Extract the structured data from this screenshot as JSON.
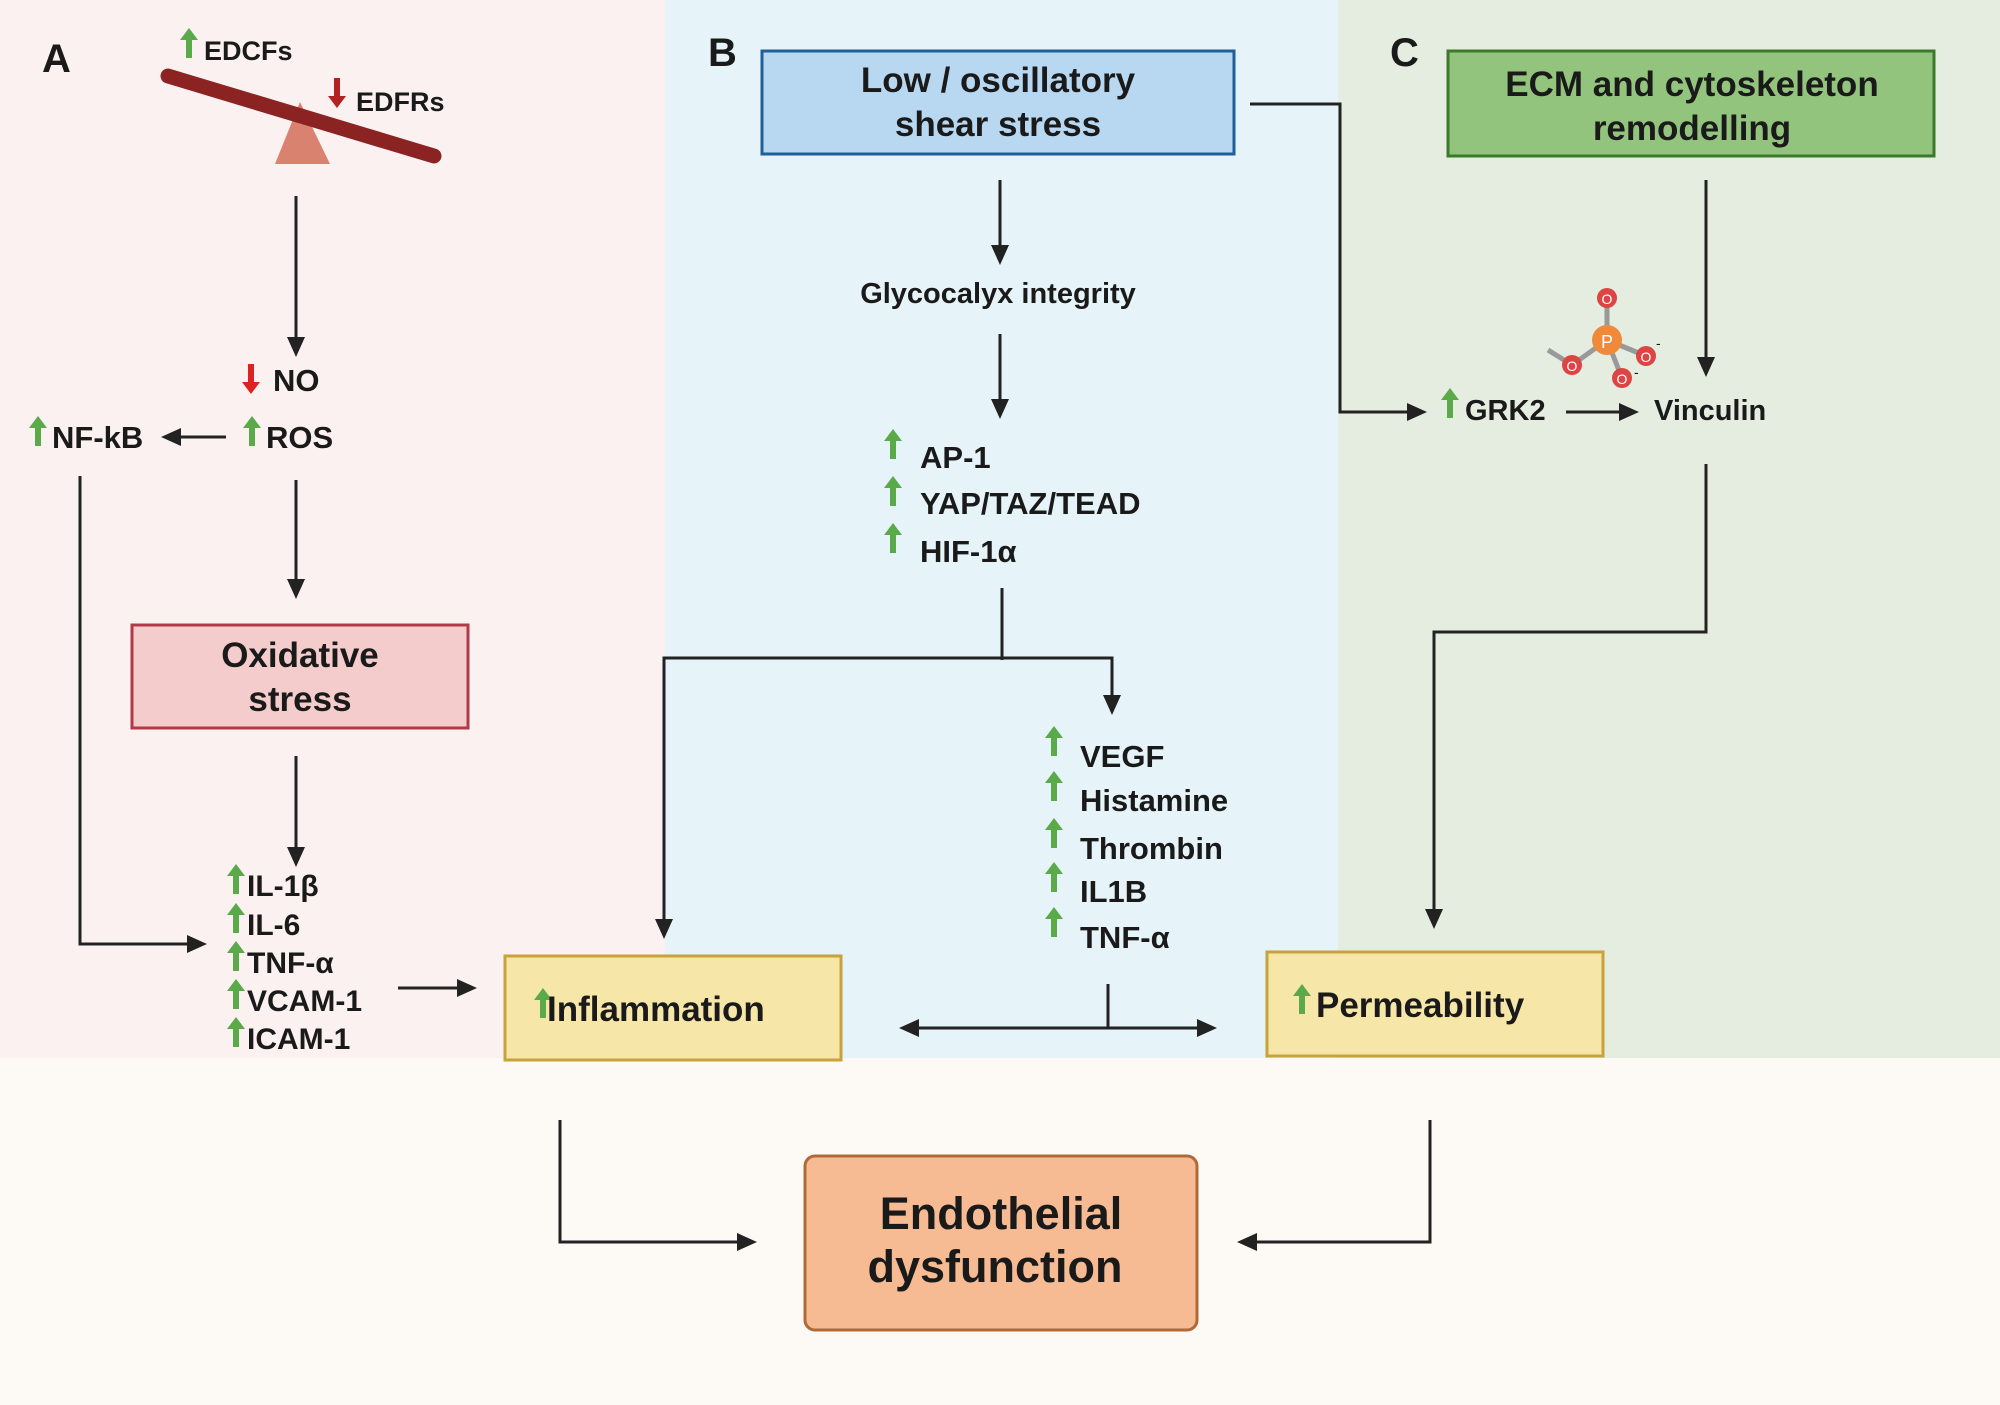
{
  "panels": {
    "a": {
      "letter": "A",
      "edcfs": "EDCFs",
      "edfrs": "EDFRs",
      "no": "NO",
      "ros": "ROS",
      "nfkb": "NF-kB",
      "oxidative_stress": [
        "Oxidative",
        "stress"
      ],
      "cytokines": [
        "IL-1β",
        "IL-6",
        "TNF-α",
        "VCAM-1",
        "ICAM-1"
      ]
    },
    "b": {
      "letter": "B",
      "shear_stress": [
        "Low / oscillatory",
        "shear stress"
      ],
      "glycocalyx": "Glycocalyx integrity",
      "factors": [
        "AP-1",
        "YAP/TAZ/TEAD",
        "HIF-1α"
      ],
      "mediators": [
        "VEGF",
        "Histamine",
        "Thrombin",
        "IL1B",
        "TNF-α"
      ]
    },
    "c": {
      "letter": "C",
      "ecm": [
        "ECM and cytoskeleton",
        "remodelling"
      ],
      "grk2": "GRK2",
      "vinculin": "Vinculin",
      "phosphate": {
        "p": "P",
        "o": "O",
        "charge": "-"
      }
    }
  },
  "outcomes": {
    "inflammation": "Inflammation",
    "permeability": "Permeability",
    "endothelial_dysfunction": [
      "Endothelial",
      "dysfunction"
    ]
  },
  "colors": {
    "panel_a_bg": "#fcf1f1",
    "panel_b_bg": "#e6f3f8",
    "panel_c_bg": "#e5ede0",
    "bottom_bg": "#fdfaf6",
    "up_arrow": "#5aaa4a",
    "down_arrow": "#dd2222",
    "seesaw_bar": "#8b2323",
    "seesaw_base": "#d9826f",
    "oxidative_fill": "#f4cccc",
    "oxidative_border": "#b03a48",
    "shear_fill": "#b8d8f2",
    "shear_border": "#1f5f9a",
    "ecm_fill": "#92c47d",
    "ecm_border": "#3a7a2a",
    "outcome_fill": "#f6e6a8",
    "outcome_border": "#c8a23a",
    "dysfunction_fill": "#f7bb93",
    "dysfunction_border": "#b06a3a",
    "phosphorus": "#f08a3a",
    "oxygen": "#dd4444"
  },
  "icons": [
    "up-arrow-icon",
    "down-arrow-icon",
    "seesaw-icon",
    "phosphate-molecule-icon"
  ]
}
